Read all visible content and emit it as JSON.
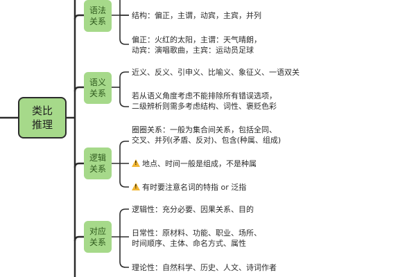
{
  "root": {
    "line1": "类比",
    "line2": "推理"
  },
  "branches": [
    {
      "label1": "语法",
      "label2": "关系",
      "items": [
        {
          "lines": [
            "结构：偏正，主谓，动宾，主宾，并列"
          ]
        },
        {
          "lines": [
            "偏正：火红的太阳，主谓：天气晴朗，",
            "动宾：演唱歌曲，主宾：运动员足球"
          ]
        }
      ]
    },
    {
      "label1": "语义",
      "label2": "关系",
      "items": [
        {
          "lines": [
            "近义、反义、引申义、比喻义、象征义、一语双关"
          ]
        },
        {
          "lines": [
            "若从语义角度考虑不能排除所有错误选项，",
            "二级辨析则需多考虑结构、词性、褒贬色彩"
          ]
        }
      ]
    },
    {
      "label1": "逻辑",
      "label2": "关系",
      "items": [
        {
          "lines": [
            "圈圈关系：一般为集合间关系，包括全同、",
            "交叉、并列(矛盾、反对)、包含(种属、组成)"
          ]
        },
        {
          "lines": [
            "地点、时间一般是组成，不是种属"
          ],
          "icon": "warning-icon"
        },
        {
          "lines": [
            "有时要注意名词的特指 or 泛指"
          ],
          "icon": "warning-icon"
        }
      ]
    },
    {
      "label1": "对应",
      "label2": "关系",
      "items": [
        {
          "lines": [
            "逻辑性：充分必要、因果关系、目的"
          ]
        },
        {
          "lines": [
            "日常性：原材料、功能、职业、场所、",
            "时间顺序、主体、命名方式、属性"
          ]
        },
        {
          "lines": [
            "理论性：自然科学、历史、人文、诗词作者"
          ]
        }
      ]
    }
  ],
  "colors": {
    "node_fill": "#a6d98a",
    "line": "#2b2b2b",
    "warning": "#f2b632"
  }
}
